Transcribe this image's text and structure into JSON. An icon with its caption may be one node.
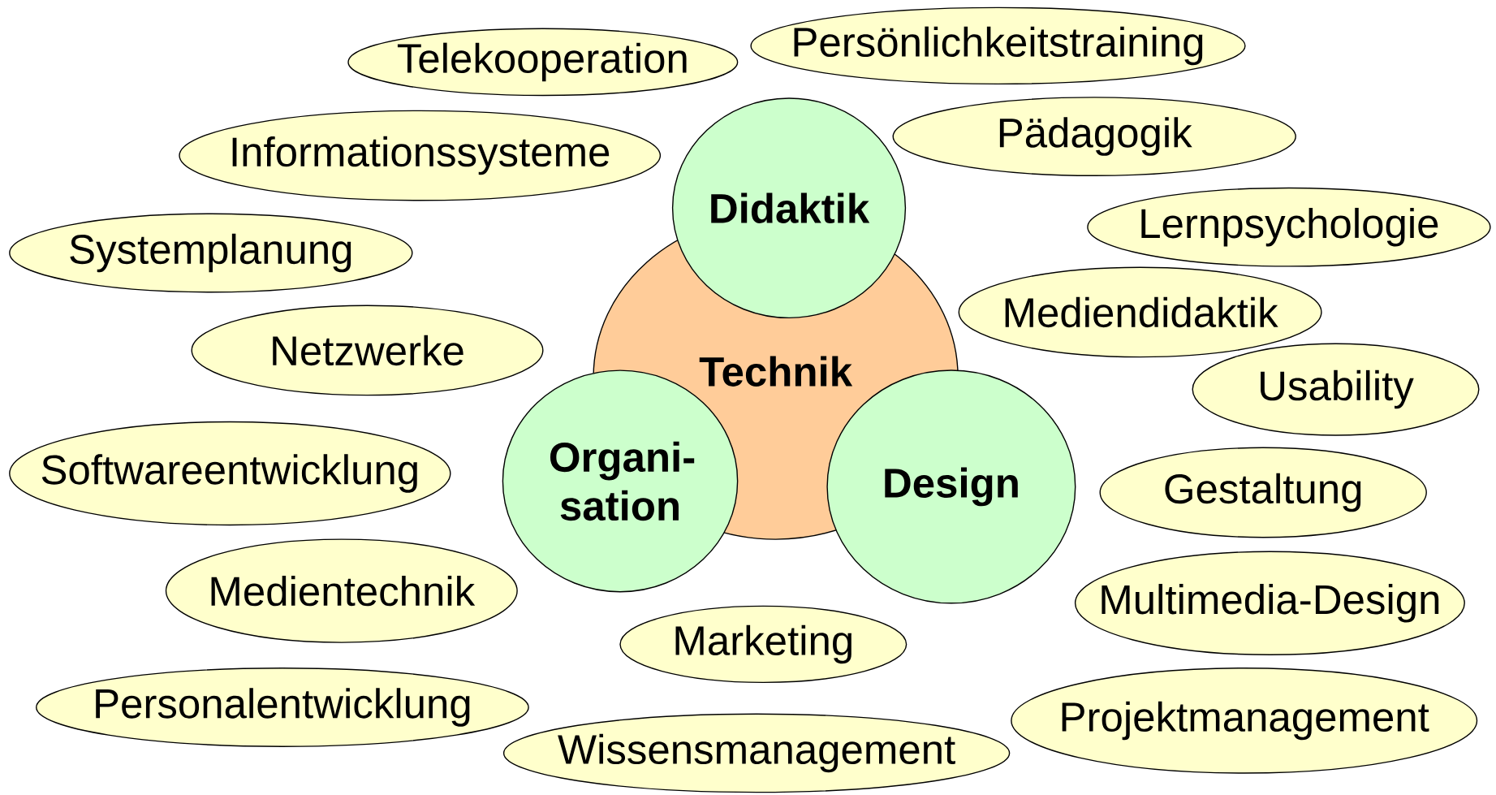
{
  "diagram": {
    "nodes": [
      {
        "text": [
          "Technik"
        ]
      },
      {
        "text": [
          "Didaktik"
        ]
      },
      {
        "text": [
          "Organi- sation"
        ]
      },
      {
        "text": [
          "Design"
        ]
      },
      {
        "text": [
          "Telekooperation"
        ]
      },
      {
        "text": [
          "Persönlichkeitstraining"
        ]
      },
      {
        "text": [
          "Informationssysteme"
        ]
      },
      {
        "text": [
          "Pädagogik"
        ]
      },
      {
        "text": [
          "Systemplanung"
        ]
      },
      {
        "text": [
          "Lernpsychologie"
        ]
      },
      {
        "text": [
          "Mediendidaktik"
        ]
      },
      {
        "text": [
          "Netzwerke"
        ]
      },
      {
        "text": [
          "Usability"
        ]
      },
      {
        "text": [
          "Softwareentwicklung"
        ]
      },
      {
        "text": [
          "Gestaltung"
        ]
      },
      {
        "text": [
          "Medientechnik"
        ]
      },
      {
        "text": [
          "Multimedia-Design"
        ]
      },
      {
        "text": [
          "Marketing"
        ]
      },
      {
        "text": [
          "Personalentwicklung"
        ]
      },
      {
        "text": [
          "Projektmanagement"
        ]
      },
      {
        "text": [
          "Wissensmanagement"
        ]
      }
    ]
  }
}
